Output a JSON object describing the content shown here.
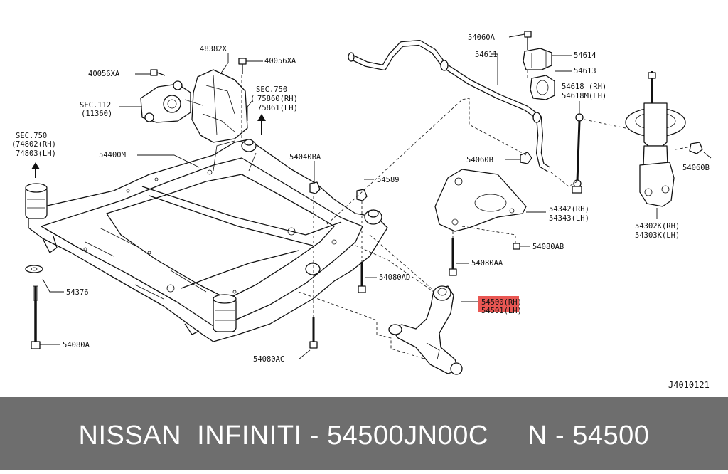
{
  "diagram": {
    "ref_code": "J4010121",
    "labels": {
      "p48382x": "48382X",
      "p40056xa_top": "40056XA",
      "p40056xa_left": "40056XA",
      "sec112": "SEC.112",
      "sec112_sub": "(11360)",
      "sec750_a": "SEC.750",
      "sec750_a_rh": "75860(RH)",
      "sec750_a_lh": "75861(LH)",
      "sec750_b": "SEC.750",
      "sec750_b_rh": "74802(RH)",
      "sec750_b_lh": "74803(LH)",
      "p54400m": "54400M",
      "p54040ba": "54040BA",
      "p54589": "54589",
      "p54060a": "54060A",
      "p54611": "54611",
      "p54614": "54614",
      "p54613": "54613",
      "p54618": "54618 (RH)",
      "p54618m": "54618M(LH)",
      "p54060b_mid": "54060B",
      "p54060b_right": "54060B",
      "p54342": "54342(RH)",
      "p54343": "54343(LH)",
      "p54302k": "54302K(RH)",
      "p54303k": "54303K(LH)",
      "p54080ab": "54080AB",
      "p54080aa": "54080AA",
      "p54080ad": "54080AD",
      "p54500": "54500(RH)",
      "p54501": "54501(LH)",
      "p54376": "54376",
      "p54080a": "54080A",
      "p54080ac": "54080AC"
    },
    "highlight_color": "#e53935"
  },
  "footer": {
    "title": "NISSAN  INFINITI - 54500JN00C     N - 54500",
    "background": "#6e6e6e",
    "text_color": "#ffffff"
  }
}
